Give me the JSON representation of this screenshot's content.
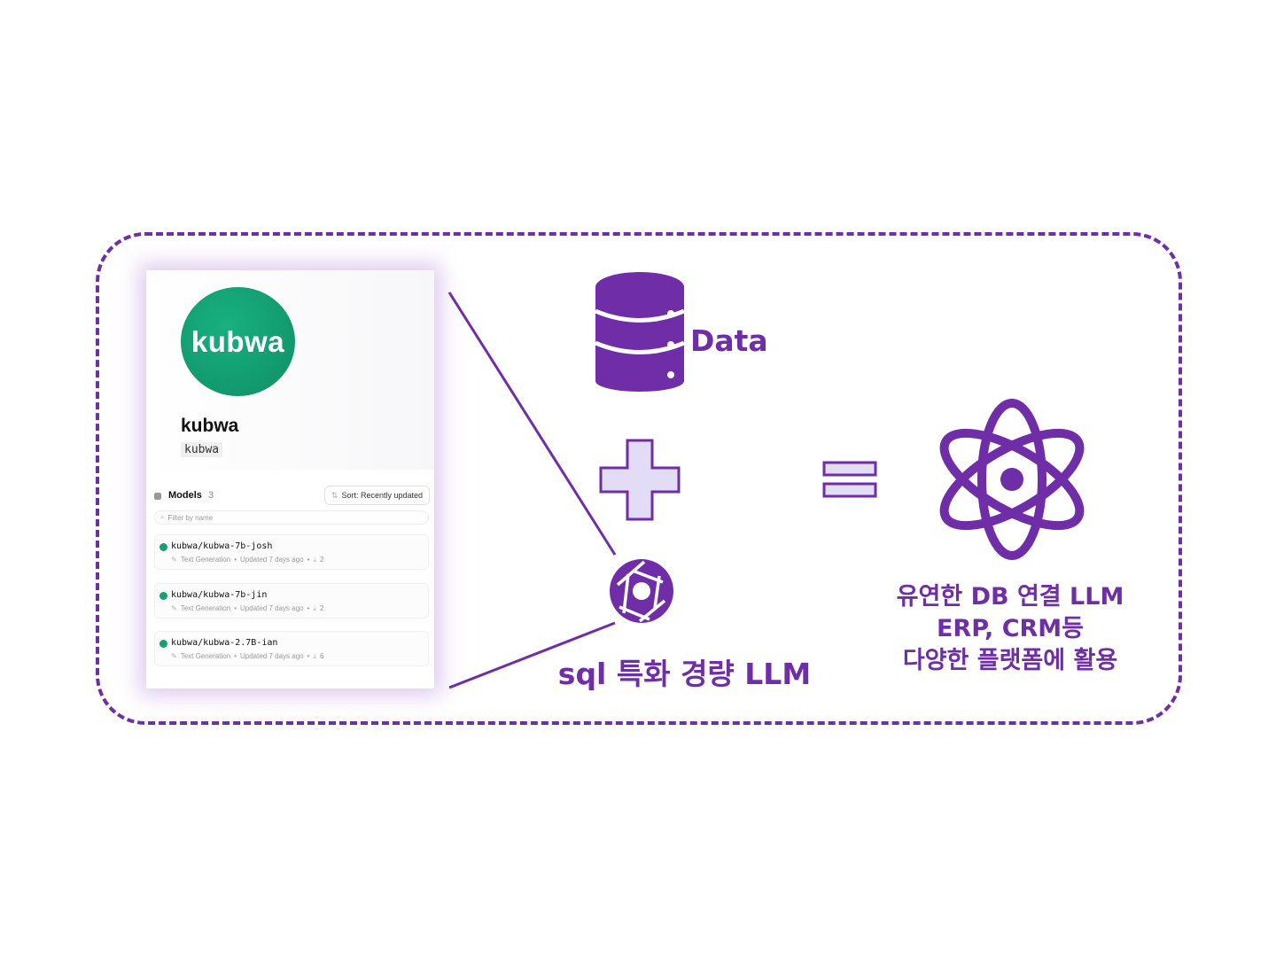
{
  "card": {
    "logo_text": "kubwa",
    "org_name": "kubwa",
    "org_handle": "kubwa",
    "models_title": "Models",
    "models_count": "3",
    "sort_label": "Sort:  Recently updated",
    "filter_placeholder": "Filter by name",
    "models": [
      {
        "name": "kubwa/kubwa-7b-josh",
        "task": "Text Generation",
        "updated": "Updated 7 days ago",
        "downloads": "2"
      },
      {
        "name": "kubwa/kubwa-7b-jin",
        "task": "Text Generation",
        "updated": "Updated 7 days ago",
        "downloads": "2"
      },
      {
        "name": "kubwa/kubwa-2.7B-ian",
        "task": "Text Generation",
        "updated": "Updated 7 days ago",
        "downloads": "6"
      }
    ]
  },
  "labels": {
    "data": "Data",
    "sql": "sql 특화 경량 LLM",
    "result_lines": [
      "유연한 DB 연결 LLM",
      "ERP, CRM등",
      "다양한 플랫폼에 활용"
    ]
  },
  "colors": {
    "accent": "#6f2da8",
    "plus_fill": "#e2dcf6",
    "logo_green": "#0e8f64"
  },
  "icons": [
    "database-icon",
    "plus-icon",
    "equals-icon",
    "atom-icon",
    "aperture-icon"
  ]
}
